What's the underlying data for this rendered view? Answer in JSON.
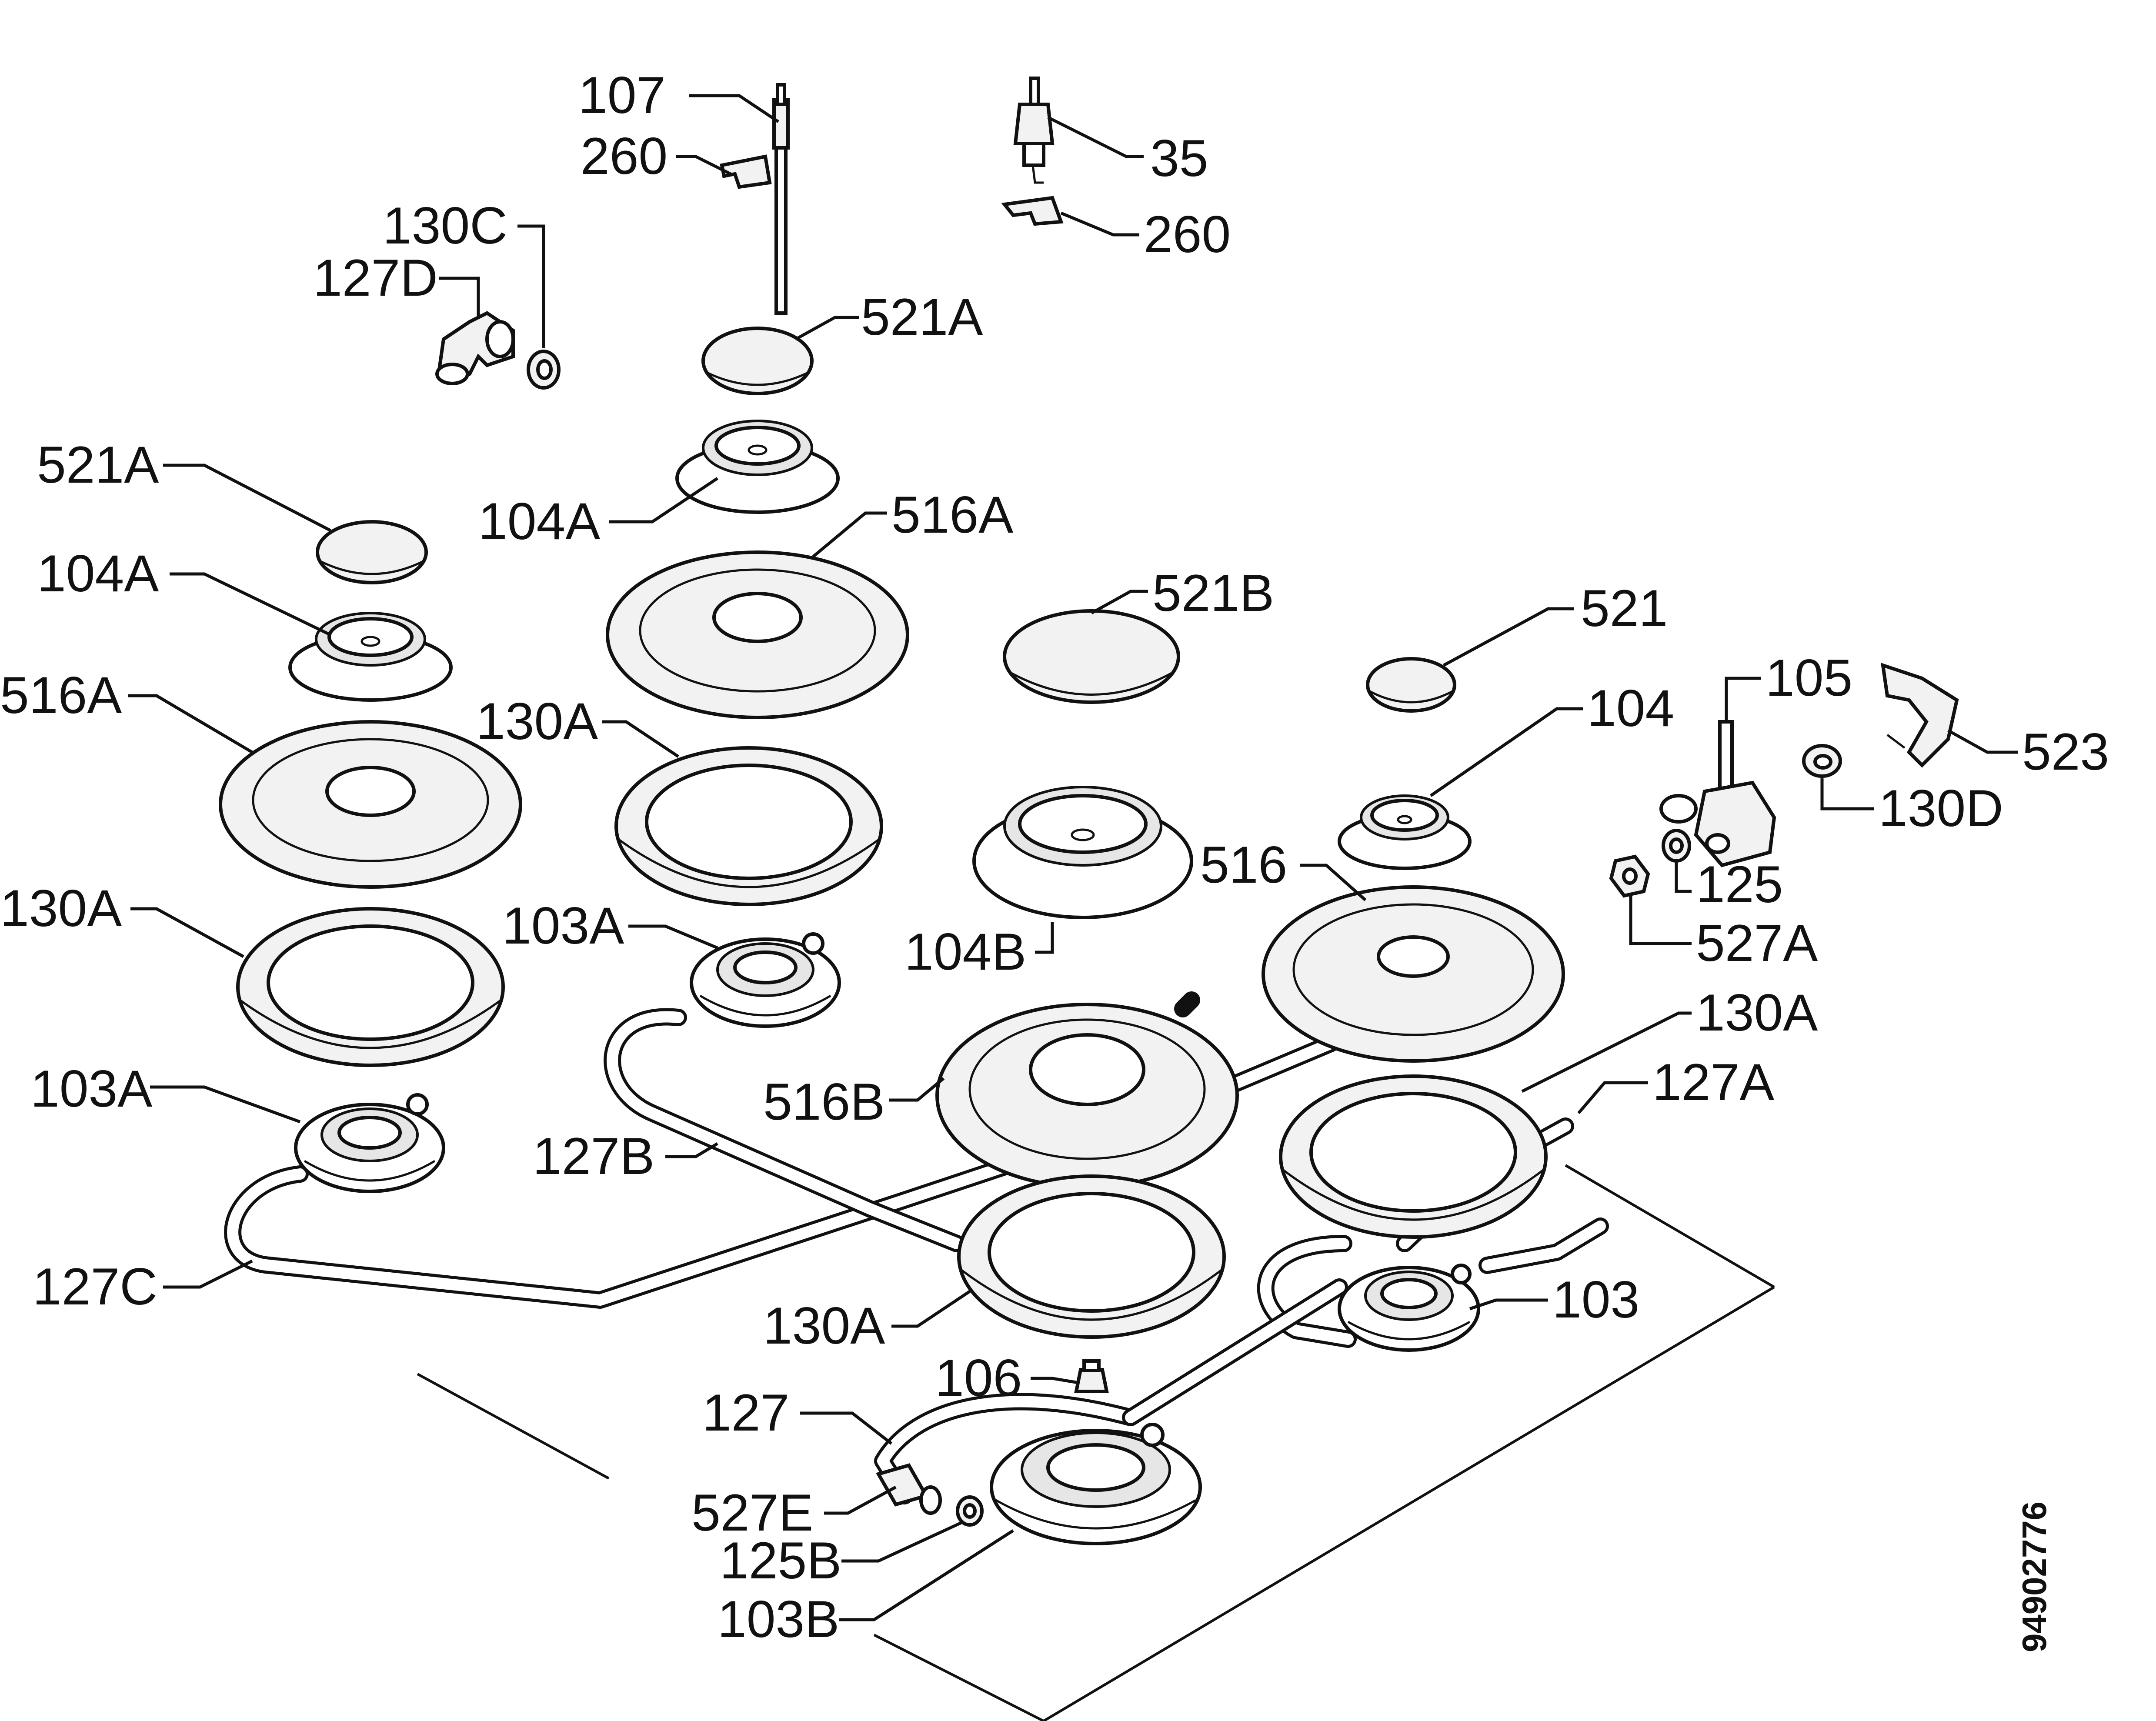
{
  "labels": {
    "l107": "107",
    "l260a": "260",
    "l35": "35",
    "l260b": "260",
    "l130c": "130C",
    "l127d": "127D",
    "l521a_top": "521A",
    "l521a_left": "521A",
    "l104a_top": "104A",
    "l516a_top": "516A",
    "l104a_left": "104A",
    "l521b": "521B",
    "l521": "521",
    "l105": "105",
    "l516a_left": "516A",
    "l130a_mid": "130A",
    "l104": "104",
    "l523": "523",
    "l130d": "130D",
    "l125": "125",
    "l516": "516",
    "l130a_left": "130A",
    "l103a_mid": "103A",
    "l104b": "104B",
    "l527a": "527A",
    "l130a_right": "130A",
    "l103a_left": "103A",
    "l516b": "516B",
    "l127a": "127A",
    "l127b": "127B",
    "l127c": "127C",
    "l103": "103",
    "l130a_bottom": "130A",
    "l106": "106",
    "l127": "127",
    "l527e": "527E",
    "l125b": "125B",
    "l103b": "103B"
  },
  "drawing_code": "94902776"
}
